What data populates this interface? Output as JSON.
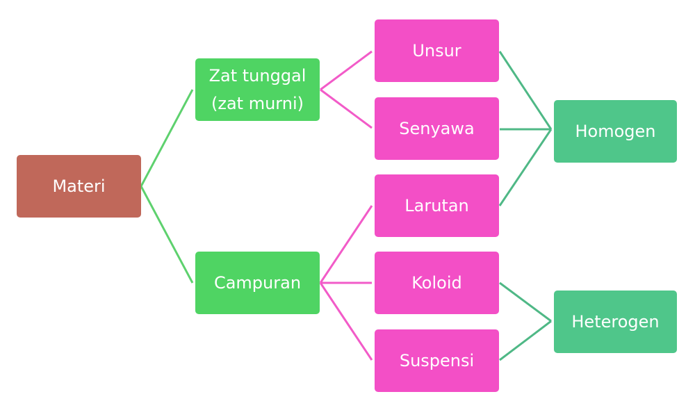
{
  "diagram": {
    "root": {
      "label": "Materi"
    },
    "level1": [
      {
        "line1": "Zat tunggal",
        "line2": "(zat murni)"
      },
      {
        "line1": "Campuran",
        "line2": ""
      }
    ],
    "level2": [
      {
        "label": "Unsur"
      },
      {
        "label": "Senyawa"
      },
      {
        "label": "Larutan"
      },
      {
        "label": "Koloid"
      },
      {
        "label": "Suspensi"
      }
    ],
    "level3": [
      {
        "label": "Homogen"
      },
      {
        "label": "Heterogen"
      }
    ]
  },
  "colors": {
    "root": "#c0685a",
    "level1": "#4fd463",
    "level2": "#f34fc6",
    "level3": "#4fc68a",
    "line_green": "#5ed16e",
    "line_pink": "#f25bc8",
    "line_teal": "#4fb886"
  }
}
